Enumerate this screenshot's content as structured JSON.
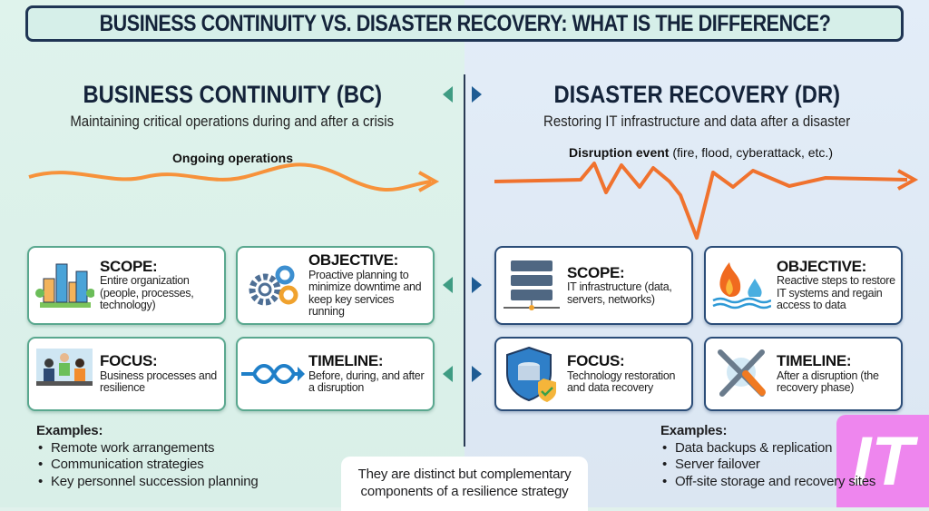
{
  "title": "BUSINESS CONTINUITY VS. DISASTER RECOVERY: WHAT IS THE DIFFERENCE?",
  "bc": {
    "heading": "BUSINESS CONTINUITY (BC)",
    "subtitle": "Maintaining critical operations during and after a crisis",
    "line_label": "Ongoing operations",
    "cards": [
      {
        "title": "SCOPE:",
        "text": "Entire organization (people, processes, technology)",
        "icon": "city-icon"
      },
      {
        "title": "OBJECTIVE:",
        "text": "Proactive planning to minimize downtime and keep key services running",
        "icon": "gears-icon"
      },
      {
        "title": "FOCUS:",
        "text": "Business processes and resilience",
        "icon": "team-meeting-icon"
      },
      {
        "title": "TIMELINE:",
        "text": "Before, during, and after a disruption",
        "icon": "infinity-arrow-icon"
      }
    ],
    "examples_title": "Examples:",
    "examples": [
      "Remote work arrangements",
      "Communication strategies",
      "Key personnel succession planning"
    ]
  },
  "dr": {
    "heading": "DISASTER RECOVERY (DR)",
    "subtitle": "Restoring IT infrastructure and data after a disaster",
    "line_label_bold": "Disruption event",
    "line_label_rest": " (fire, flood, cyberattack, etc.)",
    "cards": [
      {
        "title": "SCOPE:",
        "text": "IT infrastructure (data, servers, networks)",
        "icon": "server-icon"
      },
      {
        "title": "OBJECTIVE:",
        "text": "Reactive steps to restore IT systems and regain access to data",
        "icon": "fire-flood-icon"
      },
      {
        "title": "FOCUS:",
        "text": "Technology restoration and data recovery",
        "icon": "shield-database-icon"
      },
      {
        "title": "TIMELINE:",
        "text": "After a disruption (the recovery phase)",
        "icon": "tools-icon"
      }
    ],
    "examples_title": "Examples:",
    "examples": [
      "Data backups & replication",
      "Server failover",
      "Off-site storage and recovery sites"
    ]
  },
  "note": "They are distinct but complementary components of a resilience strategy",
  "logo": "IT",
  "colors": {
    "bc_accent": "#5aa88f",
    "dr_accent": "#2b4d78",
    "line": "#f7923a"
  }
}
